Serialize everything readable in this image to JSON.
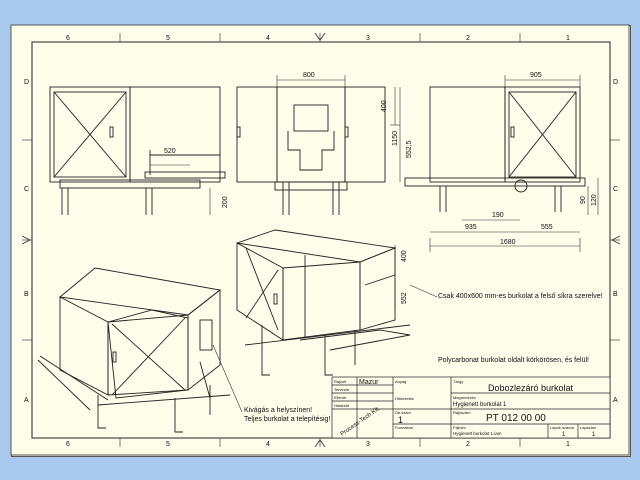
{
  "zones": {
    "top": [
      "6",
      "5",
      "4",
      "3",
      "2",
      "1"
    ],
    "bottom": [
      "6",
      "5",
      "4",
      "3",
      "2",
      "1"
    ],
    "left": [
      "D",
      "C",
      "B",
      "A"
    ],
    "right": [
      "D",
      "C",
      "B",
      "A"
    ]
  },
  "dimensions": {
    "d800": "800",
    "d905": "905",
    "d400a": "400",
    "d1150": "1150",
    "d552a": "552,5",
    "d520": "520",
    "d200": "200",
    "d190": "190",
    "d935": "935",
    "d555": "555",
    "d1680": "1680",
    "d90": "90",
    "d120": "120",
    "d400b": "400",
    "d552b": "552"
  },
  "notes": {
    "only400": "Csak 400x600 mm-es burkolat a felső síkra szerelve!",
    "polycarbonate": "Polycarbonat burkolat oldalt körkörösen, és felül!",
    "cutout_line1": "Kivágás a helyszínen!",
    "cutout_line2": "Teljes burkolat a telepítésig!"
  },
  "titleblock": {
    "drawn_label": "Rajzolt",
    "drawn_value": "Mazur",
    "checked_label": "Tervezte",
    "approved_label": "Ellenőr",
    "date_label": "Határidő",
    "material_label": "Anyag",
    "tolerance_label": "Hőkezelés",
    "subject_label": "Tárgy",
    "title": "Dobozlezáró burkolat",
    "name_label": "Megnevezés",
    "name_value": "Hygienett burkolat 1",
    "drawing_no_label": "Rajzszám",
    "drawing_no": "PT 012 00 00",
    "scale_label": "Db szám",
    "scale_value": "1",
    "format_label": "Formátum",
    "stamp": "Process-Tech Kft.",
    "file_label": "Fájlnév",
    "file_value": "Hygienett burkolat 1.iam",
    "sheet_label": "Lapok száma",
    "sheet_value": "1",
    "page_label": "Lapszám",
    "page_value": "1"
  }
}
